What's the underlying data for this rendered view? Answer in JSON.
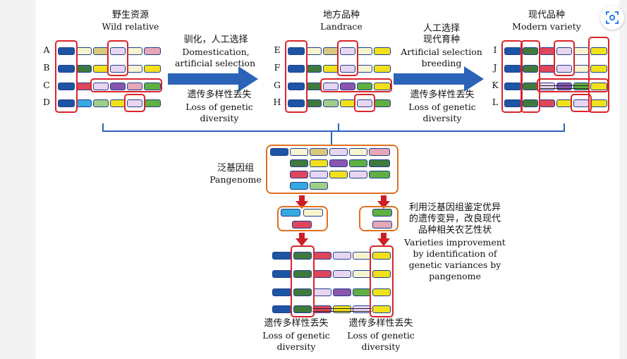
{
  "colors": {
    "darkblue": "#1d55a4",
    "cream": "#f7f3cf",
    "khaki": "#d8c97c",
    "lavender": "#e8d6f0",
    "pink": "#e6a7b7",
    "yellow": "#f1e11b",
    "darkgreen": "#3f7a3c",
    "red": "#e0465b",
    "purple": "#8a56ad",
    "green": "#5fb040",
    "skyblue": "#35a9e0",
    "lightgreen": "#9fce86",
    "outline": "#1f3f8f",
    "frame_red": "#d9242a",
    "frame_orange": "#e07020",
    "arrow_blue": "#2b63b8",
    "arrow_red": "#cc1f24"
  },
  "wild": {
    "zh": "野生资源",
    "en": "Wild relative"
  },
  "landrace": {
    "zh": "地方品种",
    "en": "Landrace"
  },
  "modern": {
    "zh": "现代品种",
    "en": "Modern variety"
  },
  "domestication": {
    "zh": "驯化，人工选择",
    "en1": "Domestication,",
    "en2": "artificial selection"
  },
  "breeding": {
    "zh1": "人工选择",
    "zh2": "现代育种",
    "en1": "Artificial selection",
    "en2": "breeding"
  },
  "loss": {
    "zh": "遗传多样性丢失",
    "en1": "Loss of genetic",
    "en2": "diversity"
  },
  "pangenome": {
    "zh": "泛基因组",
    "en": "Pangenome"
  },
  "improvement": {
    "zh1": "利用泛基因组鉴定优异",
    "zh2": "的遗传变异，改良现代",
    "zh3": "品种相关农艺性状",
    "en1": "Varieties improvement",
    "en2": "by identification of",
    "en3": "genetic variances by",
    "en4": "pangenome"
  },
  "row_labels": {
    "wild": [
      "A",
      "B",
      "C",
      "D"
    ],
    "landrace": [
      "E",
      "F",
      "G",
      "H"
    ],
    "modern": [
      "I",
      "J",
      "K",
      "L"
    ]
  },
  "icons": {
    "lens": "lens-search-icon"
  }
}
